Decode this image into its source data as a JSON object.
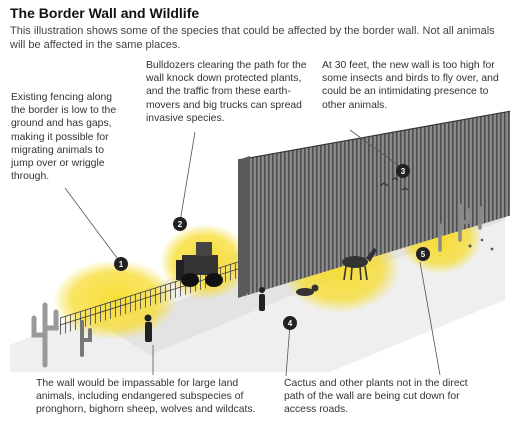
{
  "header": {
    "title": "The Border Wall and Wildlife",
    "subtitle": "This illustration shows some of the species that could be affected by the border wall. Not all animals will be affected in the same places."
  },
  "callouts": [
    {
      "number": "1",
      "text": "Existing fencing along the border is low to the ground and has gaps, making it possible for migrating animals to jump over or wriggle through."
    },
    {
      "number": "2",
      "text": "Bulldozers clearing the path for the wall knock down protected plants, and the traffic from these earth-movers and big trucks can spread invasive species."
    },
    {
      "number": "3",
      "text": "At 30 feet, the new wall is too high for some insects and birds to fly over, and could be an intimidating presence to other animals."
    },
    {
      "number": "4",
      "text": "The wall would be impassable for large land animals, including endangered subspecies of pronghorn, bighorn sheep, wolves and wildcats."
    },
    {
      "number": "5",
      "text": "Cactus and other plants not in the direct path of the wall are being cut down for access roads."
    }
  ],
  "colors": {
    "highlight": "#f7dc2e",
    "marker": "#222222",
    "wall": "#6b6b6b",
    "ground": "#ececec"
  }
}
